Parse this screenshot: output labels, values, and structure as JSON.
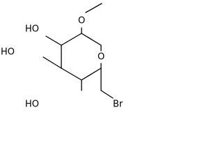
{
  "molecule": {
    "atoms": {
      "ring_oxygen": "O",
      "methoxy_oxygen": "O",
      "hydroxyl_c2": "HO",
      "hydroxyl_c3": "HO",
      "hydroxyl_c4": "HO",
      "bromine": "Br"
    }
  }
}
